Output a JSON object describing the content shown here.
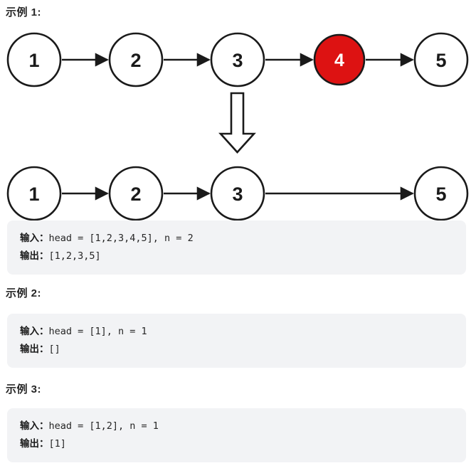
{
  "examples": [
    {
      "heading": "示例 1:",
      "input_label": "输入：",
      "input_value": "head = [1,2,3,4,5], n = 2",
      "output_label": "输出：",
      "output_value": "[1,2,3,5]"
    },
    {
      "heading": "示例 2:",
      "input_label": "输入：",
      "input_value": "head = [1], n = 1",
      "output_label": "输出：",
      "output_value": "[]"
    },
    {
      "heading": "示例 3:",
      "input_label": "输入：",
      "input_value": "head = [1,2], n = 1",
      "output_label": "输出：",
      "output_value": "[1]"
    }
  ],
  "diagram": {
    "before_list": [
      {
        "value": "1",
        "slot": 0,
        "highlight": false
      },
      {
        "value": "2",
        "slot": 1,
        "highlight": false
      },
      {
        "value": "3",
        "slot": 2,
        "highlight": false
      },
      {
        "value": "4",
        "slot": 3,
        "highlight": true
      },
      {
        "value": "5",
        "slot": 4,
        "highlight": false
      }
    ],
    "after_list": [
      {
        "value": "1",
        "slot": 0,
        "highlight": false
      },
      {
        "value": "2",
        "slot": 1,
        "highlight": false
      },
      {
        "value": "3",
        "slot": 2,
        "highlight": false
      },
      {
        "value": "5",
        "slot": 4,
        "highlight": false
      }
    ],
    "colors": {
      "node_fill": "#ffffff",
      "node_stroke": "#1a1a1a",
      "node_text": "#1a1a1a",
      "highlight_fill": "#dd1212",
      "highlight_text": "#ffffff",
      "arrow": "#1a1a1a"
    }
  }
}
